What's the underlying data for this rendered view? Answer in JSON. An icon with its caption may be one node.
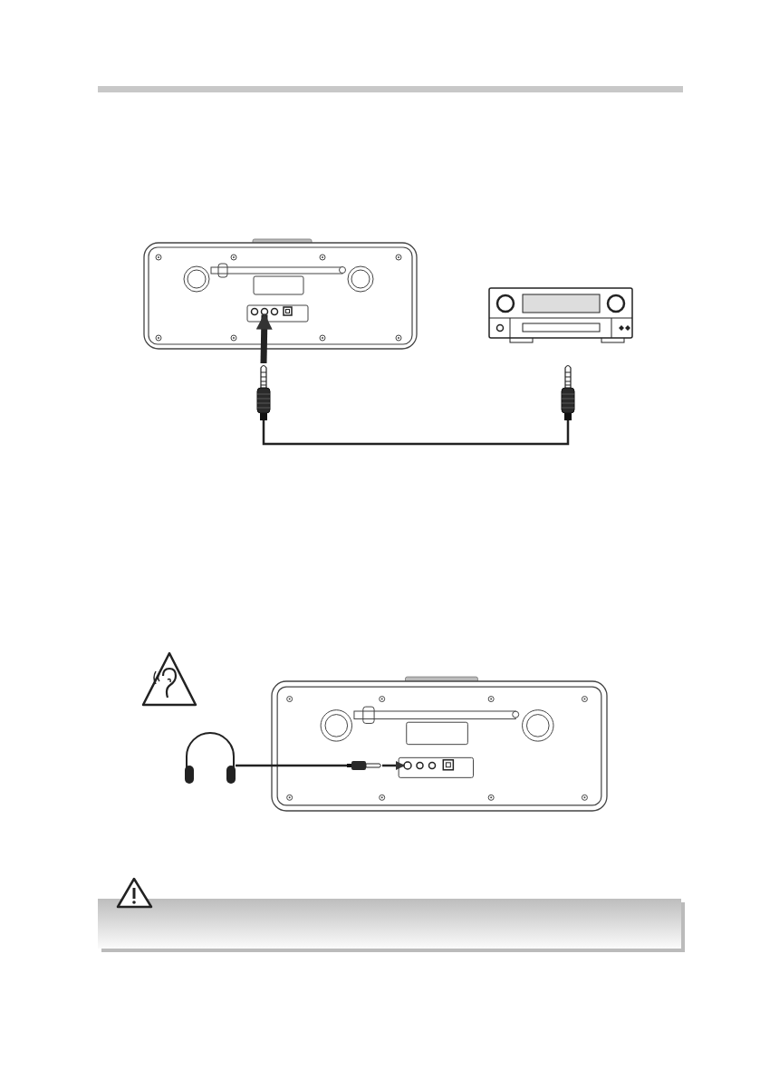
{
  "diagram": {
    "nodes": [
      {
        "text": [],
        "shape": "picture"
      },
      {
        "text": [],
        "shape": "circle",
        "in": 0
      },
      {
        "text": [],
        "shape": "picture"
      },
      {
        "text": [],
        "shape": "picture"
      },
      {
        "text": [],
        "shape": "picture"
      },
      {
        "text": [],
        "shape": "picture"
      },
      {
        "text": [],
        "shape": "picture"
      },
      {
        "text": [],
        "shape": "picture",
        "in": 5
      },
      {
        "text": [],
        "shape": "circle",
        "in": 5
      }
    ],
    "edges": [
      {
        "from": 3,
        "to": 1,
        "arrow": "to",
        "style": "thick"
      },
      {
        "from": 3,
        "to": 4,
        "arrow": "none"
      },
      {
        "from": 6,
        "to": 7,
        "arrow": "none"
      },
      {
        "from": 7,
        "to": 8,
        "arrow": "to"
      }
    ]
  }
}
